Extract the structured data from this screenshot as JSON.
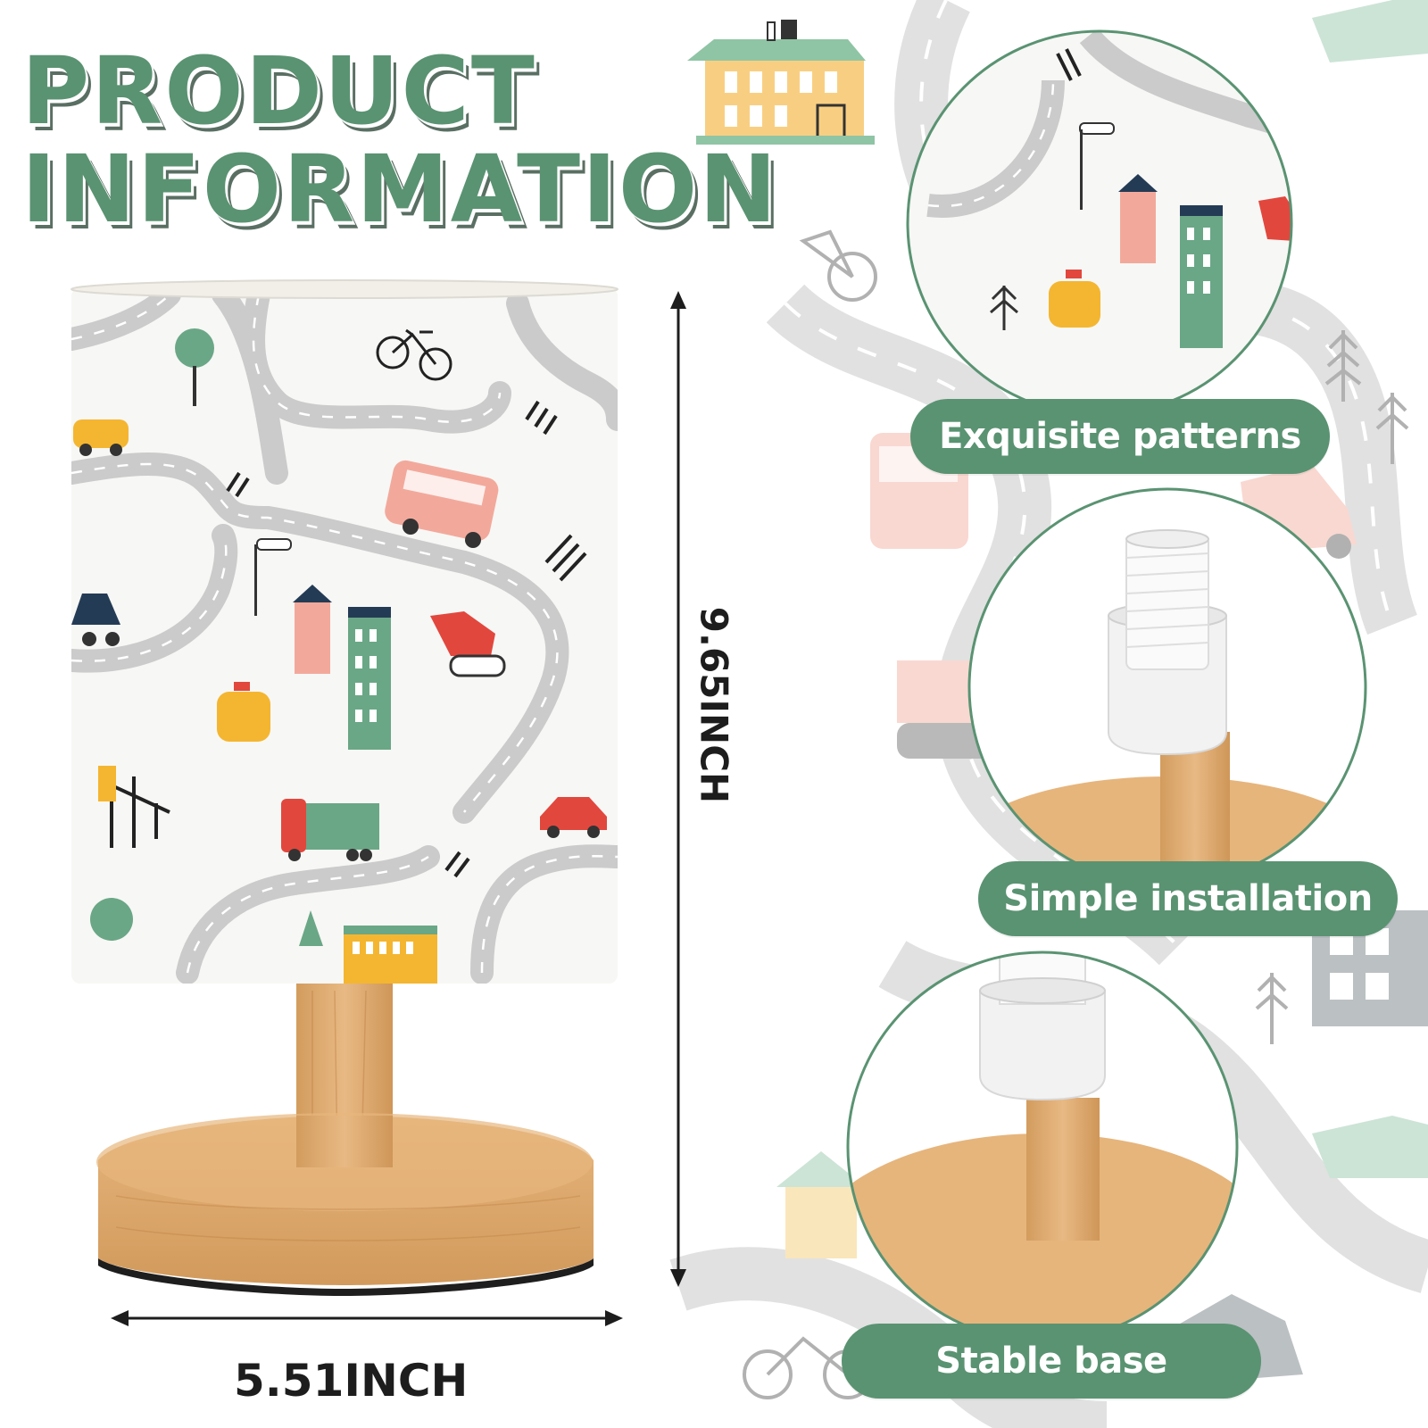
{
  "title": {
    "line1": "PRODUCT",
    "line2": "INFORMATION"
  },
  "dimensions": {
    "width_label": "5.51INCH",
    "height_label": "9.65INCH"
  },
  "features": [
    {
      "label": "Exquisite patterns"
    },
    {
      "label": "Simple installation"
    },
    {
      "label": "Stable base"
    }
  ],
  "colors": {
    "accent_green": "#5a9372",
    "wood": "#e2b078",
    "road_gray": "#c9c9c9",
    "text_dark": "#1d1d1d"
  },
  "icons": [
    "arrow-left-icon",
    "arrow-right-icon",
    "arrow-up-icon",
    "arrow-down-icon"
  ]
}
